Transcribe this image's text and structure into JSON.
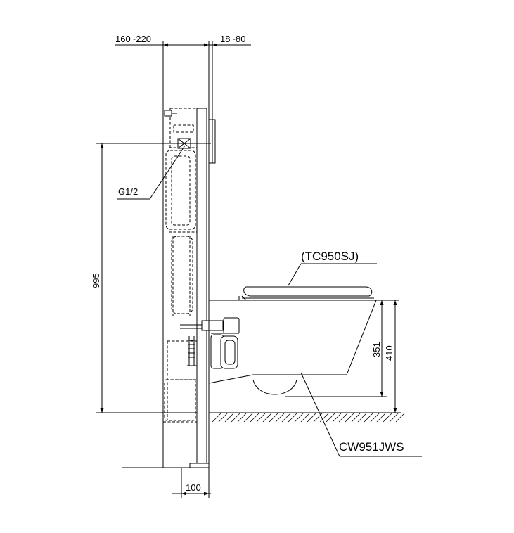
{
  "dimensions": {
    "frame_depth": "160~220",
    "panel_gap": "18~80",
    "supply_fitting": "G1/2",
    "frame_height": "995",
    "rim_height_351": "351",
    "rim_height_410": "410",
    "base_width": "100"
  },
  "models": {
    "seat": "(TC950SJ)",
    "bowl": "CW951JWS"
  }
}
